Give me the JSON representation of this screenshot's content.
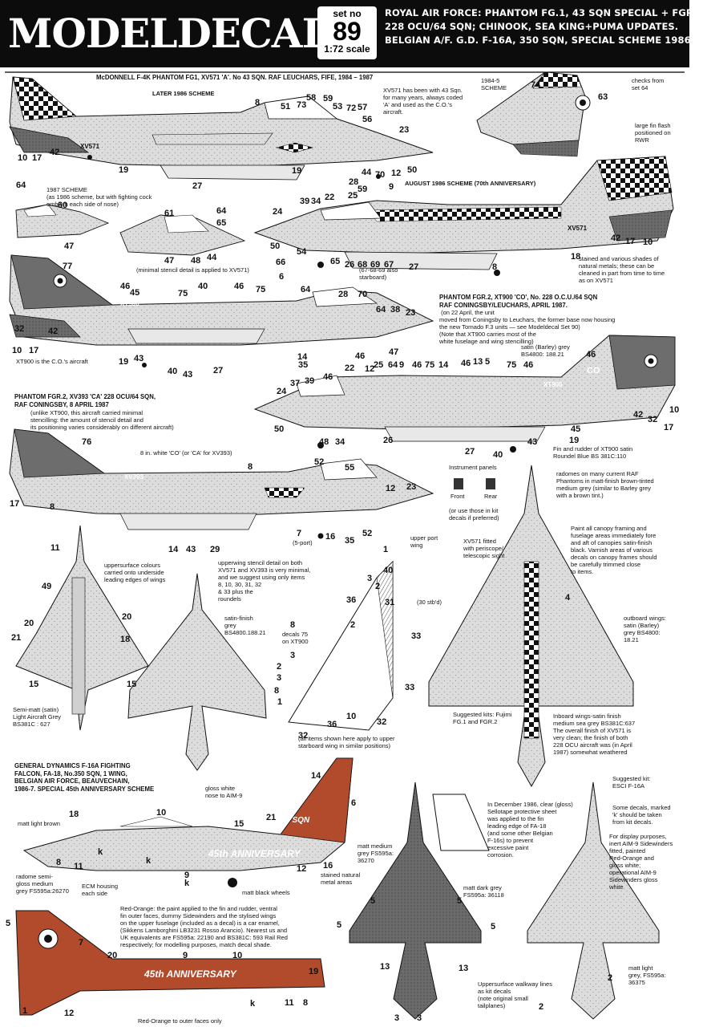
{
  "header": {
    "brand": "MODELDECAL",
    "set_label": "set no",
    "set_number": "89",
    "scale": "1:72 scale",
    "lines": [
      "ROYAL AIR FORCE: PHANTOM FG.1, 43 SQN SPECIAL + FGR.2,",
      "228 OCU/64 SQN; CHINOOK, SEA KING+PUMA UPDATES.",
      "BELGIAN A/F. G.D. F-16A, 350 SQN, SPECIAL SCHEME 1986"
    ]
  },
  "sections": {
    "fg1_title": "McDONNELL F-4K PHANTOM FG1, XV571 'A'. No 43 SQN. RAF LEUCHARS, FIFE, 1984 – 1987",
    "later_1986": "LATER 1986 SCHEME",
    "xv571_note": "XV571 has been with 43 Sqn.\nfor many years, always coded\n'A' and used as the C.O.'s\naircraft.",
    "scheme_1984_5": "1984-5\nSCHEME",
    "checks_note": "checks from\nset 64",
    "fin_flash_note": "large fin flash\npositioned on\nRWR",
    "scheme_1987": "1987 SCHEME\n(as 1986 scheme, but with fighting cock\nemblem each side of nose)",
    "august_1986": "AUGUST 1986 SCHEME (70th ANNIVERSARY)",
    "min_stencil": "(minimal stencil detail is applied to XV571)",
    "starboard_note": "(67-68-69 also\nstarboard)",
    "stained_note": "stained and various shades of\nnatural metals; these can be\ncleaned in part from time to time\nas on XV571",
    "fgr2_co_title": "PHANTOM FGR.2, XT900 'CO', No. 228 O.C.U./64 SQN\nRAF CONINGSBY/LEUCHARS, APRIL 1987.",
    "fgr2_co_text": " (on 22 April, the unit\nmoved from Coningsby to Leuchars, the former base now housing\nthe new Tornado F.3 units — see Modeldecal Set 90)\n(Note that XT900 carries most of the\nwhite fuselage and wing stencilling)",
    "satin_grey": "satin (Barley) grey\nBS4800: 188.21",
    "xt900_co": "XT900 is the C.O.'s aircraft",
    "fgr2_ca_title": "PHANTOM FGR.2, XV393 'CA' 228 OCU/64 SQN,\nRAF CONINGSBY, 8 APRIL 1987",
    "fgr2_ca_text": "(unlike XT900, this aircraft carried minimal\nstencilling: the amount of stencil detail and\nits positioning varies considerably on different aircraft)",
    "fin_rudder_note": "Fin and rudder of XT900 satin\nRoundel Blue BS 381C:110",
    "white_co_note": "8 in. white 'CO' (or 'CA' for XV393)",
    "instrument_panels": "Instrument panels",
    "front": "Front",
    "rear": "Rear",
    "use_kit_decals": "(or use those in kit\ndecals if preferred)",
    "radome_note": "radomes on many current RAF\nPhantoms in matt-finish brown-tinted\nmedium grey (similar to Barley grey\nwith a brown tint.)",
    "five_port": "(5-port)",
    "uppersurface_note": "uppersurface colours\ncarried onto underside\nleading edges of wings",
    "upperwing_note": "upperwing stencil detail on both\nXV571 and XV393 is very minimal,\nand we suggest using only items\n8, 10, 30, 31, 32\n& 33 plus the\nroundels",
    "satin_finish_grey": "satin-finish\ngrey\nBS4800.188.21",
    "decals_75": "decals 75\non XT900",
    "upper_port_wing": "upper port\nwing",
    "stbd": "(30 stb'd)",
    "periscope_note": "XV571 fitted\nwith periscope/\ntelescopic sight",
    "canopy_note": "Paint all canopy framing and\nfuselage areas immediately fore\nand aft of canopies satin-finish\nblack. Varnish areas of various\ndecals on canopy frames should\nbe carefully trimmed close\nto items.",
    "outboard_wings": "outboard wings:\nsatin (Barley)\ngrey BS4800:\n18.21",
    "semi_matt": "Semi-matt (satin)\nLight Aircraft Grey\nBS381C : 627",
    "upper_stbd_note": "(all items shown here apply to upper\nstarboard wing in similar positions)",
    "suggested_kits_phantom": "Suggested kits: Fujimi\nFG.1 and FGR.2",
    "inboard_note": "Inboard wings-satin finish\nmedium sea grey BS381C:637\nThe overall finish of XV571 is\nvery clean; the finish of both\n228 OCU aircraft was (in April\n1987) somewhat weathered",
    "f16_title": "GENERAL DYNAMICS F-16A FIGHTING\nFALCON, FA-18, No.350 SQN, 1 WING,\nBELGIAN AIR FORCE, BEAUVECHAIN,\n1986-7. SPECIAL 45th ANNIVERSARY SCHEME",
    "gloss_white": "gloss white\nnose to AIM-9",
    "matt_light_brown": "matt light brown",
    "radome_semi": "radome semi-\ngloss medium\ngrey FS595a:26270",
    "ecm_note": "ECM housing\neach side",
    "matt_black_wheels": "matt black wheels",
    "stained_metal": "stained natural\nmetal areas",
    "matt_medium_grey": "matt medium\ngrey FS595a:\n36270",
    "matt_dark_grey": "matt dark grey\nFS595a: 36118",
    "dec_1986_note": "In December 1986, clear (gloss)\nSellotape protective sheet\nwas applied to the fin\nleading edge of FA-18\n(and some other Belgian\nF-16s) to prevent\nexcessive paint\ncorrosion.",
    "suggested_kit_f16": "Suggested kit:\nESCI F-16A",
    "k_note": "Some decals, marked\n'k' should be taken\nfrom kit decals.",
    "display_note": "For display purposes,\ninert AIM-9 Sidewinders\nfitted, painted\nRed-Orange and\ngloss white;\noperational AIM-9\nSidewinders gloss\nwhite",
    "red_orange_note": "Red-Orange: the paint applied to the fin and rudder, ventral\nfin outer faces, dummy Sidewinders and the stylised wings\non the upper fuselage (included as a decal) is a car enamel,\n(Sikkens Lamborghini LB3231 Rosso Arancio). Nearest us and\nUK equivalents are FS595a: 22190 and BS381C: 593 Rail Red\nrespectively; for modelling purposes, match decal shade.",
    "walkway_note": "Uppersurface walkway lines\nas kit decals\n(note original small\ntailplanes)",
    "matt_light_grey": "matt light\ngrey, FS595a:\n36375",
    "red_orange_outer": "Red-Orange to outer faces only"
  },
  "aircraft_markings": {
    "serial_xv571": "XV571",
    "serial_xt900": "XT900",
    "serial_xv393": "XV393",
    "code_co": "CO",
    "code_ca": "CA",
    "anniversary": "45th ANNIVERSARY",
    "sqn_code": "350 SQN"
  },
  "callouts": [
    {
      "id": "c1",
      "label": "8"
    },
    {
      "id": "c2",
      "label": "51"
    },
    {
      "id": "c3",
      "label": "73"
    },
    {
      "id": "c4",
      "label": "58"
    },
    {
      "id": "c5",
      "label": "59"
    },
    {
      "id": "c6",
      "label": "53"
    },
    {
      "id": "c7",
      "label": "72"
    },
    {
      "id": "c8",
      "label": "57"
    },
    {
      "id": "c9",
      "label": "56"
    },
    {
      "id": "c10",
      "label": "23"
    },
    {
      "id": "c11",
      "label": "10"
    },
    {
      "id": "c12",
      "label": "17"
    },
    {
      "id": "c13",
      "label": "42"
    },
    {
      "id": "c14",
      "label": "19"
    },
    {
      "id": "c15",
      "label": "27"
    },
    {
      "id": "c16",
      "label": "19"
    },
    {
      "id": "c17",
      "label": "28"
    },
    {
      "id": "c18",
      "label": "44"
    },
    {
      "id": "c19",
      "label": "70"
    },
    {
      "id": "c20",
      "label": "12"
    },
    {
      "id": "c21",
      "label": "50"
    },
    {
      "id": "c22",
      "label": "74"
    },
    {
      "id": "c23",
      "label": "63"
    },
    {
      "id": "c24",
      "label": "64"
    },
    {
      "id": "c25",
      "label": "60"
    },
    {
      "id": "c26",
      "label": "47"
    },
    {
      "id": "c27",
      "label": "61"
    },
    {
      "id": "c28",
      "label": "64"
    },
    {
      "id": "c29",
      "label": "65"
    },
    {
      "id": "c30",
      "label": "47"
    },
    {
      "id": "c31",
      "label": "48"
    },
    {
      "id": "c32",
      "label": "44"
    },
    {
      "id": "c33",
      "label": "24"
    },
    {
      "id": "c34",
      "label": "39"
    },
    {
      "id": "c35",
      "label": "34"
    },
    {
      "id": "c36",
      "label": "22"
    },
    {
      "id": "c37",
      "label": "25"
    },
    {
      "id": "c38",
      "label": "59"
    },
    {
      "id": "c39",
      "label": "9"
    },
    {
      "id": "c40",
      "label": "50"
    },
    {
      "id": "c41",
      "label": "54"
    },
    {
      "id": "c42",
      "label": "65"
    },
    {
      "id": "c43",
      "label": "26"
    },
    {
      "id": "c44",
      "label": "68"
    },
    {
      "id": "c45",
      "label": "69"
    },
    {
      "id": "c46",
      "label": "67"
    },
    {
      "id": "c47",
      "label": "27"
    },
    {
      "id": "c48",
      "label": "8"
    },
    {
      "id": "c49",
      "label": "42"
    },
    {
      "id": "c50",
      "label": "17"
    },
    {
      "id": "c51",
      "label": "10"
    },
    {
      "id": "c52",
      "label": "18"
    },
    {
      "id": "c53",
      "label": "66"
    },
    {
      "id": "c54",
      "label": "6"
    },
    {
      "id": "c55",
      "label": "77"
    },
    {
      "id": "c56",
      "label": "46"
    },
    {
      "id": "c57",
      "label": "45"
    },
    {
      "id": "c58",
      "label": "75"
    },
    {
      "id": "c59",
      "label": "40"
    },
    {
      "id": "c60",
      "label": "46"
    },
    {
      "id": "c61",
      "label": "75"
    },
    {
      "id": "c62",
      "label": "64"
    },
    {
      "id": "c63",
      "label": "28"
    },
    {
      "id": "c64",
      "label": "70"
    },
    {
      "id": "c65",
      "label": "64"
    },
    {
      "id": "c66",
      "label": "38"
    },
    {
      "id": "c67",
      "label": "23"
    },
    {
      "id": "c68",
      "label": "10"
    },
    {
      "id": "c69",
      "label": "17"
    },
    {
      "id": "c70",
      "label": "32"
    },
    {
      "id": "c71",
      "label": "42"
    },
    {
      "id": "c72",
      "label": "19"
    },
    {
      "id": "c73",
      "label": "43"
    },
    {
      "id": "c74",
      "label": "40"
    },
    {
      "id": "c75",
      "label": "43"
    },
    {
      "id": "c76",
      "label": "27"
    },
    {
      "id": "c77",
      "label": "14"
    },
    {
      "id": "c78",
      "label": "35"
    },
    {
      "id": "c79",
      "label": "46"
    },
    {
      "id": "c80",
      "label": "47"
    },
    {
      "id": "c81",
      "label": "12"
    },
    {
      "id": "c82",
      "label": "46"
    },
    {
      "id": "c83",
      "label": "22"
    },
    {
      "id": "c84",
      "label": "25"
    },
    {
      "id": "c85",
      "label": "64"
    },
    {
      "id": "c86",
      "label": "9"
    },
    {
      "id": "c87",
      "label": "46"
    },
    {
      "id": "c88",
      "label": "75"
    },
    {
      "id": "c89",
      "label": "14"
    },
    {
      "id": "c90",
      "label": "46"
    },
    {
      "id": "c91",
      "label": "13"
    },
    {
      "id": "c92",
      "label": "5"
    },
    {
      "id": "c93",
      "label": "75"
    },
    {
      "id": "c94",
      "label": "46"
    },
    {
      "id": "c95",
      "label": "46"
    },
    {
      "id": "c96",
      "label": "24"
    },
    {
      "id": "c97",
      "label": "37"
    },
    {
      "id": "c98",
      "label": "39"
    },
    {
      "id": "c99",
      "label": "50"
    },
    {
      "id": "c100",
      "label": "48"
    },
    {
      "id": "c101",
      "label": "34"
    },
    {
      "id": "c102",
      "label": "26"
    },
    {
      "id": "c103",
      "label": "27"
    },
    {
      "id": "c104",
      "label": "40"
    },
    {
      "id": "c105",
      "label": "43"
    },
    {
      "id": "c106",
      "label": "19"
    },
    {
      "id": "c107",
      "label": "45"
    },
    {
      "id": "c108",
      "label": "42"
    },
    {
      "id": "c109",
      "label": "32"
    },
    {
      "id": "c110",
      "label": "17"
    },
    {
      "id": "c111",
      "label": "10"
    },
    {
      "id": "c112",
      "label": "76"
    },
    {
      "id": "c113",
      "label": "8"
    },
    {
      "id": "c114",
      "label": "52"
    },
    {
      "id": "c115",
      "label": "55"
    },
    {
      "id": "c116",
      "label": "12"
    },
    {
      "id": "c117",
      "label": "23"
    },
    {
      "id": "c118",
      "label": "17"
    },
    {
      "id": "c119",
      "label": "8"
    },
    {
      "id": "c120",
      "label": "7"
    },
    {
      "id": "c121",
      "label": "16"
    },
    {
      "id": "c122",
      "label": "52"
    },
    {
      "id": "c123",
      "label": "35"
    },
    {
      "id": "c124",
      "label": "14"
    },
    {
      "id": "c125",
      "label": "43"
    },
    {
      "id": "c126",
      "label": "29"
    },
    {
      "id": "c127",
      "label": "11"
    },
    {
      "id": "c128",
      "label": "49"
    },
    {
      "id": "c129",
      "label": "20"
    },
    {
      "id": "c130",
      "label": "20"
    },
    {
      "id": "c131",
      "label": "21"
    },
    {
      "id": "c132",
      "label": "18"
    },
    {
      "id": "c133",
      "label": "15"
    },
    {
      "id": "c134",
      "label": "15"
    },
    {
      "id": "c135",
      "label": "1"
    },
    {
      "id": "c136",
      "label": "40"
    },
    {
      "id": "c137",
      "label": "3"
    },
    {
      "id": "c138",
      "label": "2"
    },
    {
      "id": "c139",
      "label": "36"
    },
    {
      "id": "c140",
      "label": "31"
    },
    {
      "id": "c141",
      "label": "8"
    },
    {
      "id": "c142",
      "label": "2"
    },
    {
      "id": "c143",
      "label": "33"
    },
    {
      "id": "c144",
      "label": "3"
    },
    {
      "id": "c145",
      "label": "2"
    },
    {
      "id": "c146",
      "label": "3"
    },
    {
      "id": "c147",
      "label": "8"
    },
    {
      "id": "c148",
      "label": "1"
    },
    {
      "id": "c149",
      "label": "33"
    },
    {
      "id": "c150",
      "label": "36"
    },
    {
      "id": "c151",
      "label": "10"
    },
    {
      "id": "c152",
      "label": "32"
    },
    {
      "id": "c153",
      "label": "32"
    },
    {
      "id": "c154",
      "label": "4"
    },
    {
      "id": "c155",
      "label": "14"
    },
    {
      "id": "c156",
      "label": "6"
    },
    {
      "id": "c157",
      "label": "18"
    },
    {
      "id": "c158",
      "label": "10"
    },
    {
      "id": "c159",
      "label": "15"
    },
    {
      "id": "c160",
      "label": "21"
    },
    {
      "id": "c161",
      "label": "8"
    },
    {
      "id": "c162",
      "label": "11"
    },
    {
      "id": "c163",
      "label": "k"
    },
    {
      "id": "c164",
      "label": "k"
    },
    {
      "id": "c165",
      "label": "k"
    },
    {
      "id": "c166",
      "label": "9"
    },
    {
      "id": "c167",
      "label": "12"
    },
    {
      "id": "c168",
      "label": "16"
    },
    {
      "id": "c169",
      "label": "5"
    },
    {
      "id": "c170",
      "label": "5"
    },
    {
      "id": "c171",
      "label": "13"
    },
    {
      "id": "c172",
      "label": "13"
    },
    {
      "id": "c173",
      "label": "5"
    },
    {
      "id": "c174",
      "label": "5"
    },
    {
      "id": "c175",
      "label": "3"
    },
    {
      "id": "c176",
      "label": "3"
    },
    {
      "id": "c177",
      "label": "2"
    },
    {
      "id": "c178",
      "label": "7"
    },
    {
      "id": "c179",
      "label": "20"
    },
    {
      "id": "c180",
      "label": "9"
    },
    {
      "id": "c181",
      "label": "10"
    },
    {
      "id": "c182",
      "label": "19"
    },
    {
      "id": "c183",
      "label": "1"
    },
    {
      "id": "c184",
      "label": "12"
    },
    {
      "id": "c185",
      "label": "k"
    },
    {
      "id": "c186",
      "label": "11"
    },
    {
      "id": "c187",
      "label": "8"
    },
    {
      "id": "c188",
      "label": "5"
    },
    {
      "id": "c189",
      "label": "2"
    }
  ]
}
